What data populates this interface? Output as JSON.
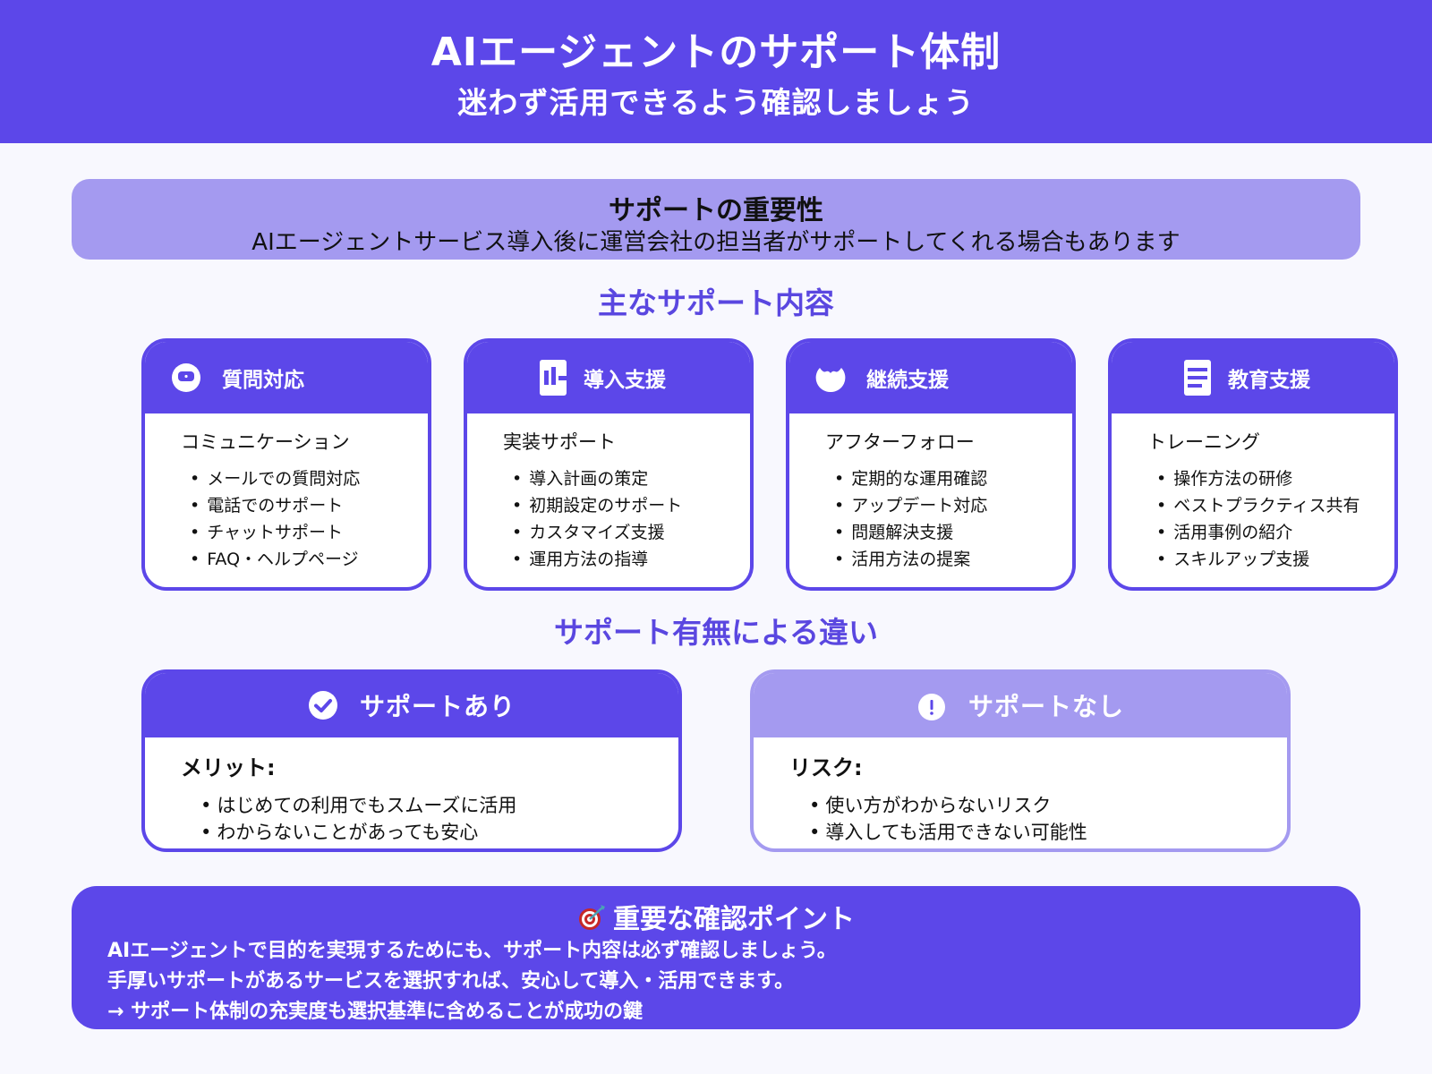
{
  "header": {
    "title": "AIエージェントのサポート体制",
    "subtitle": "迷わず活用できるよう確認しましょう"
  },
  "importance": {
    "title": "サポートの重要性",
    "text": "AIエージェントサービス導入後に運営会社の担当者がサポートしてくれる場合もあります"
  },
  "main_support": {
    "section_title": "主なサポート内容",
    "cards": [
      {
        "icon": "chat-bubble-icon",
        "label": "質問対応",
        "subtitle": "コミュニケーション",
        "items": [
          "メールでの質問対応",
          "電話でのサポート",
          "チャットサポート",
          "FAQ・ヘルプページ"
        ]
      },
      {
        "icon": "bar-chart-icon",
        "label": "導入支援",
        "subtitle": "実装サポート",
        "items": [
          "導入計画の策定",
          "初期設定のサポート",
          "カスタマイズ支援",
          "運用方法の指導"
        ]
      },
      {
        "icon": "circle-handshake-icon",
        "label": "継続支援",
        "subtitle": "アフターフォロー",
        "items": [
          "定期的な運用確認",
          "アップデート対応",
          "問題解決支援",
          "活用方法の提案"
        ]
      },
      {
        "icon": "document-icon",
        "label": "教育支援",
        "subtitle": "トレーニング",
        "items": [
          "操作方法の研修",
          "ベストプラクティス共有",
          "活用事例の紹介",
          "スキルアップ支援"
        ]
      }
    ]
  },
  "comparison": {
    "section_title": "サポート有無による違い",
    "with_support": {
      "icon": "check-circle-icon",
      "label": "サポートあり",
      "subtitle": "メリット:",
      "items": [
        "はじめての利用でもスムーズに活用",
        "わからないことがあっても安心"
      ]
    },
    "without_support": {
      "icon": "exclamation-circle-icon",
      "label": "サポートなし",
      "subtitle": "リスク:",
      "items": [
        "使い方がわからないリスク",
        "導入しても活用できない可能性"
      ]
    }
  },
  "keypoint": {
    "icon": "target-dart-icon",
    "title": "重要な確認ポイント",
    "lines": [
      "AIエージェントで目的を実現するためにも、サポート内容は必ず確認しましょう。",
      "手厚いサポートがあるサービスを選択すれば、安心して導入・活用できます。",
      "→ サポート体制の充実度も選択基準に含めることが成功の鍵"
    ]
  },
  "colors": {
    "primary": "#5c47e9",
    "secondary": "#a49af0",
    "background": "#f8f8fe",
    "section_title": "#5a47e0"
  }
}
